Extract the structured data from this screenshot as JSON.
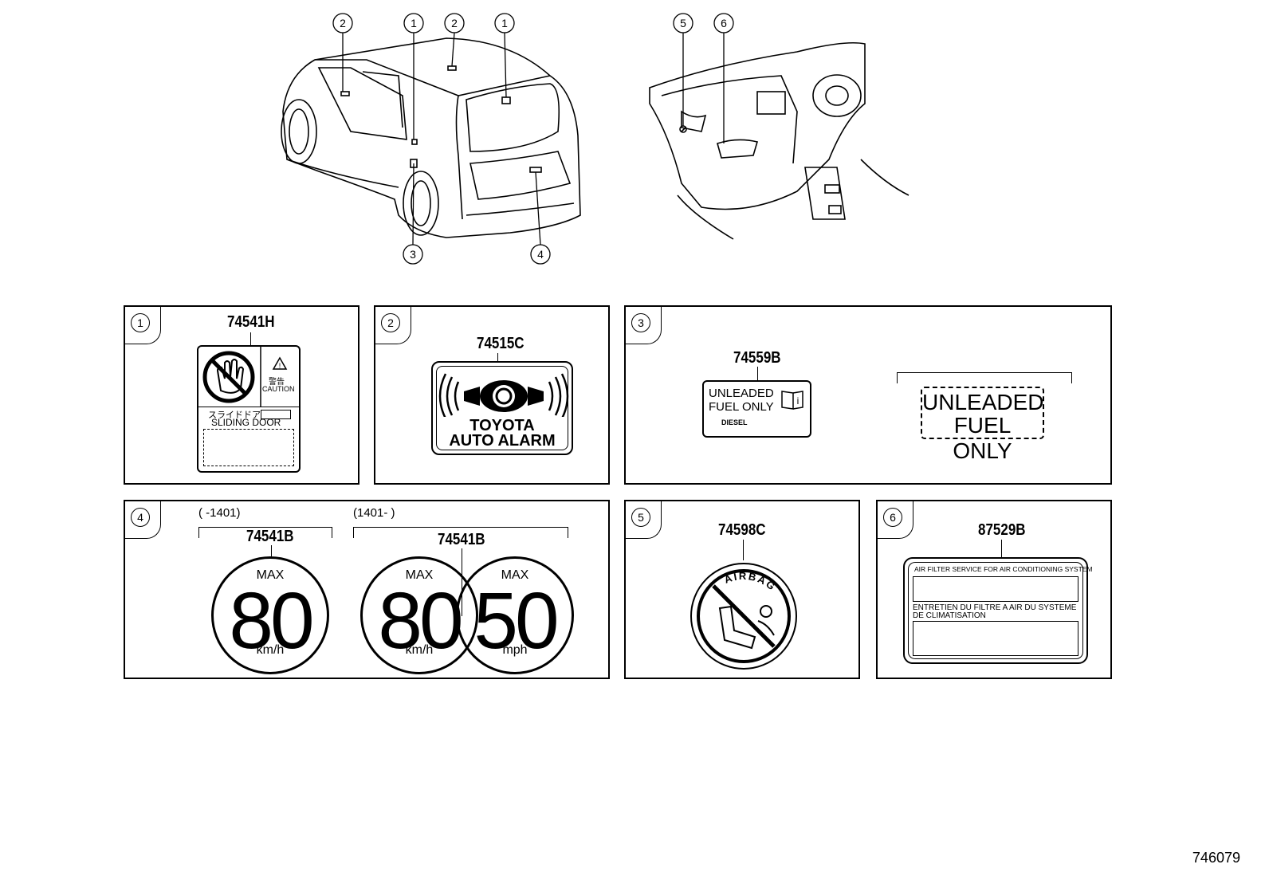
{
  "callouts": [
    "1",
    "2",
    "3",
    "4",
    "5",
    "6"
  ],
  "panels": [
    {
      "ref": "1",
      "part": "74541H",
      "label": {
        "warning_jp": "警告",
        "caution": "CAUTION",
        "door_jp": "スライドドア",
        "door": "SLIDING DOOR"
      }
    },
    {
      "ref": "2",
      "part": "74515C",
      "label": {
        "line1": "TOYOTA",
        "line2": "AUTO ALARM"
      }
    },
    {
      "ref": "3",
      "part": "74559B",
      "label": {
        "line1": "UNLEADED",
        "line2": "FUEL ONLY",
        "brand": "DIESEL",
        "alt_line1": "UNLEADED",
        "alt_line2": "FUEL ONLY"
      }
    },
    {
      "ref": "4",
      "part_a": "74541B",
      "part_b": "74541B",
      "range_a": "(       -1401)",
      "range_b": "(1401-       )",
      "signs": [
        {
          "max": "MAX",
          "value": "80",
          "unit": "km/h"
        },
        {
          "max": "MAX",
          "value": "80",
          "unit": "km/h"
        },
        {
          "max": "MAX",
          "value": "50",
          "unit": "mph"
        }
      ]
    },
    {
      "ref": "5",
      "part": "74598C",
      "label": {
        "text": "AIRBAG"
      }
    },
    {
      "ref": "6",
      "part": "87529B",
      "label": {
        "line1": "AIR FILTER SERVICE FOR AIR CONDITIONING SYSTEM",
        "line2": "ENTRETIEN DU FILTRE A AIR DU SYSTEME",
        "line3": "DE CLIMATISATION"
      }
    }
  ],
  "footer_id": "746079"
}
